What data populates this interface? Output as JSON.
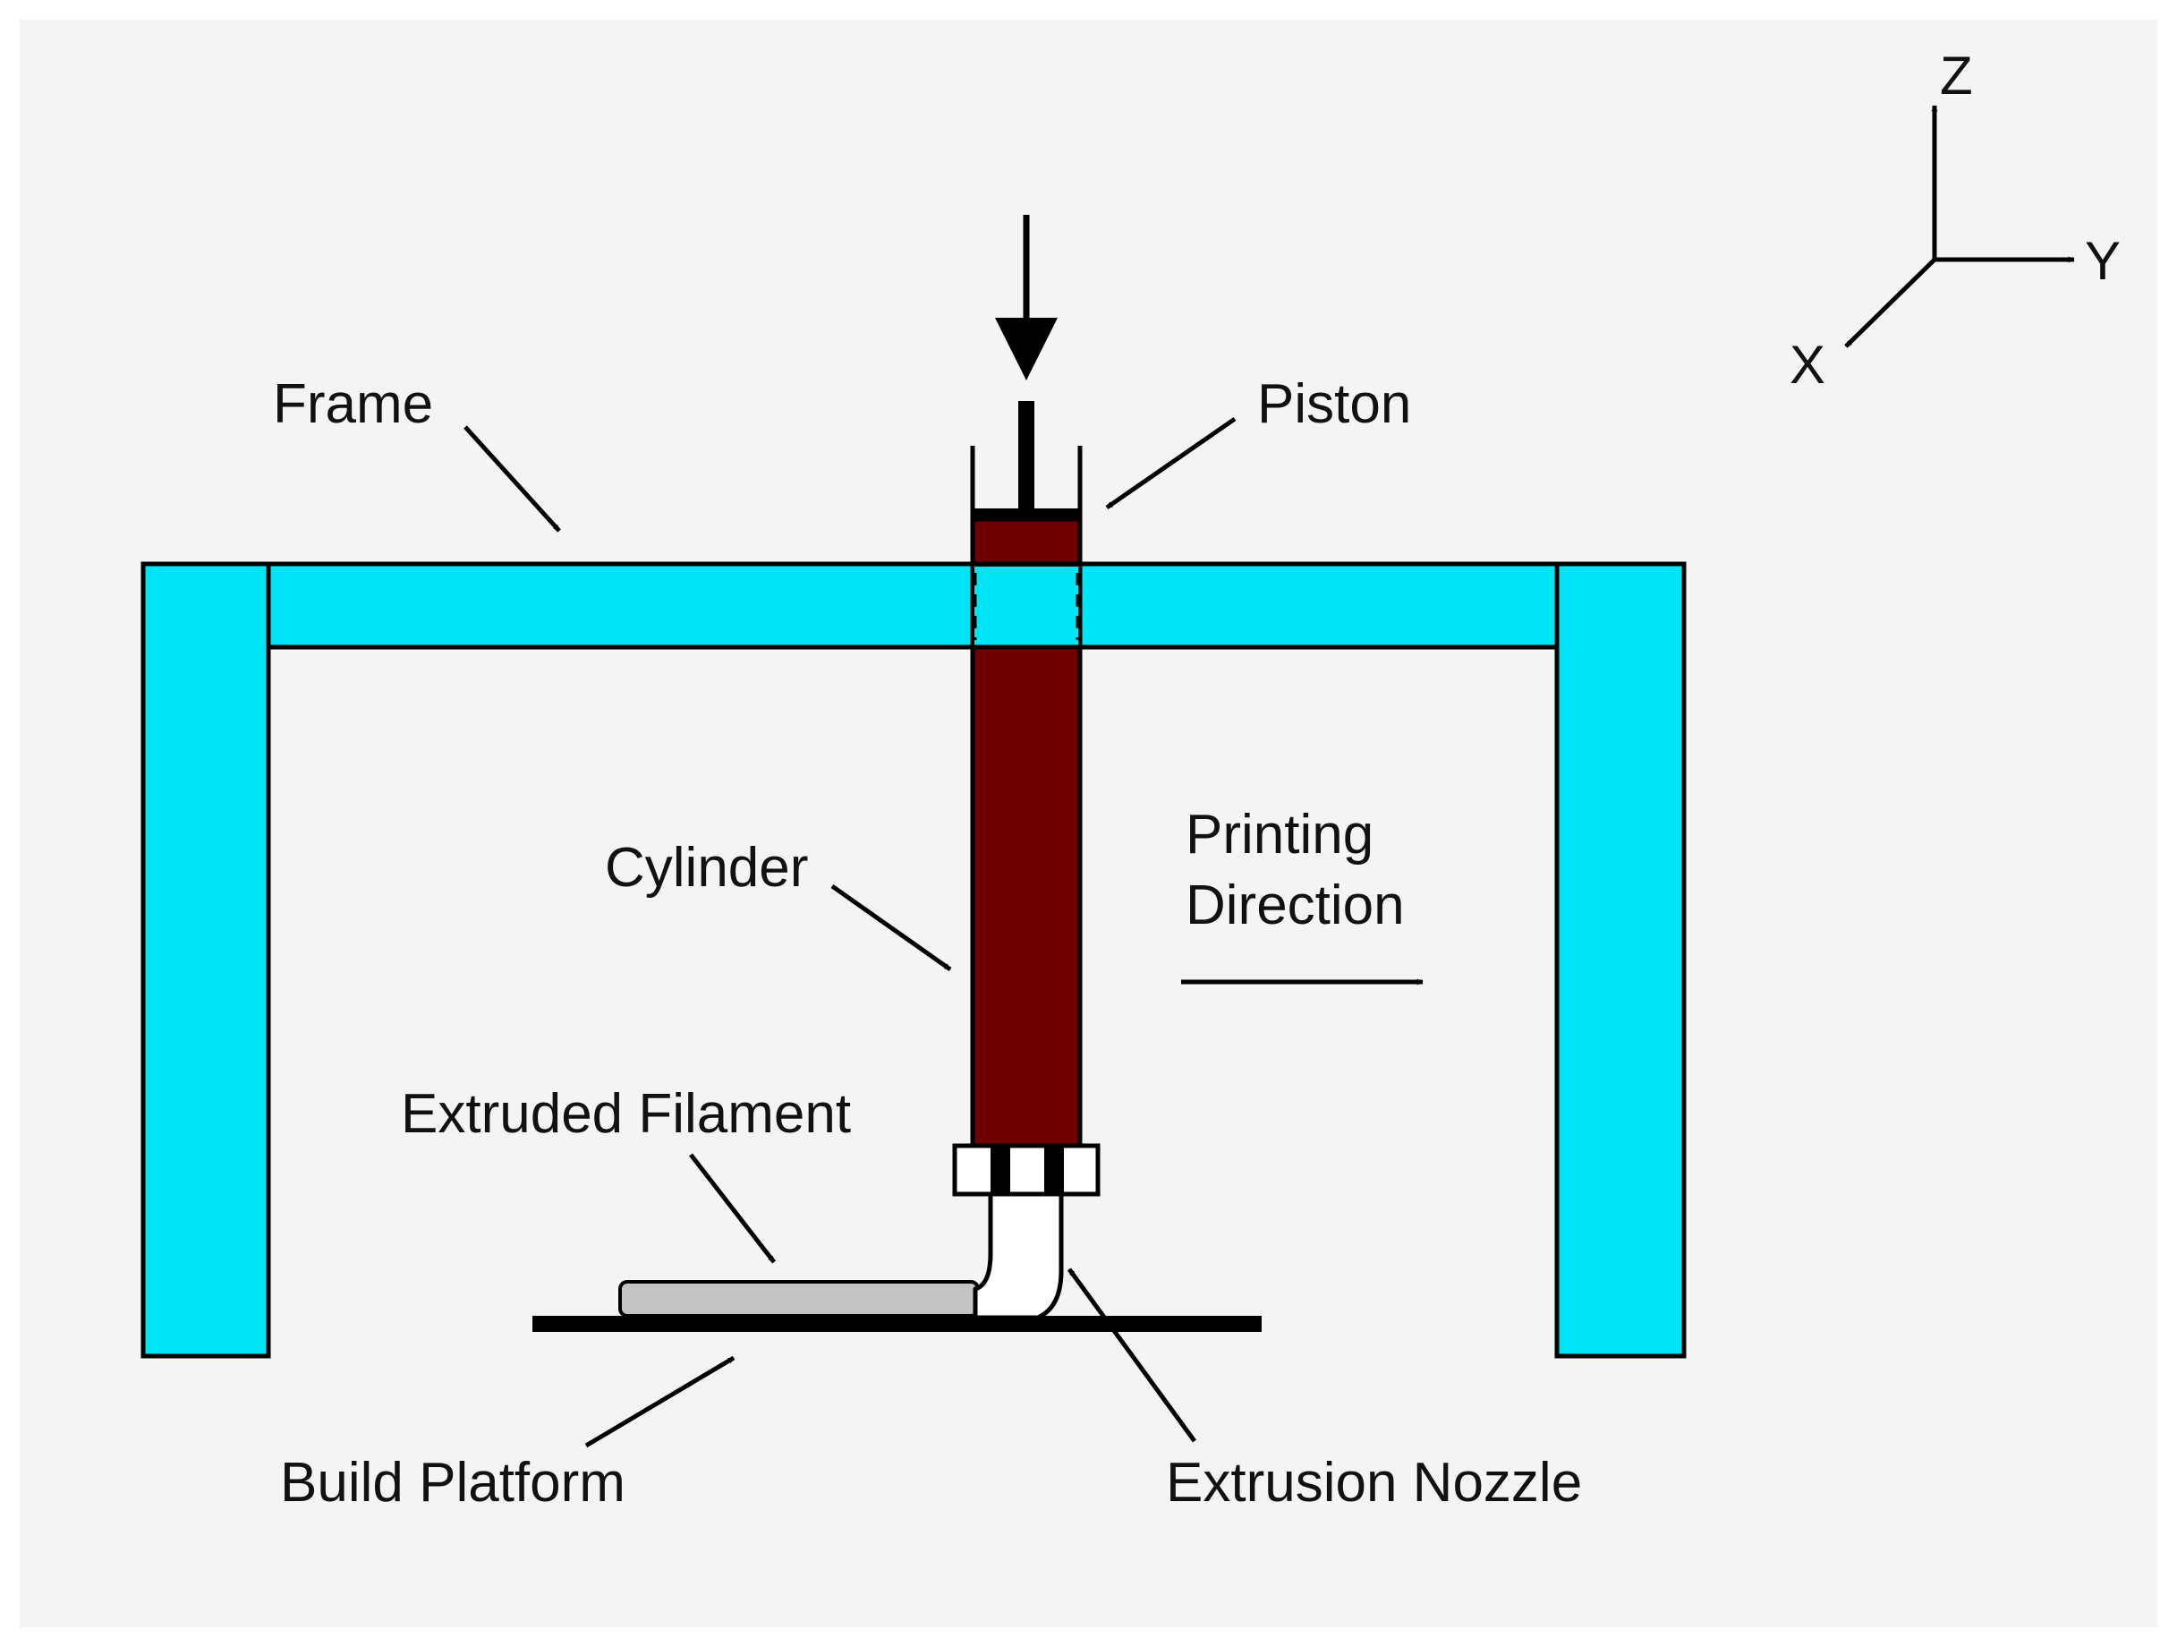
{
  "labels": {
    "frame": "Frame",
    "piston": "Piston",
    "cylinder": "Cylinder",
    "printing_direction_line1": "Printing",
    "printing_direction_line2": "Direction",
    "extruded_filament": "Extruded Filament",
    "build_platform": "Build Platform",
    "extrusion_nozzle": "Extrusion Nozzle"
  },
  "axes": {
    "z": "Z",
    "y": "Y",
    "x": "X"
  },
  "colors": {
    "frame": "#00e5f5",
    "cylinder": "#6e0000",
    "filament": "#c4c4c4",
    "nozzle": "#ffffff",
    "outline": "#000000",
    "background": "#f4f4f4"
  }
}
